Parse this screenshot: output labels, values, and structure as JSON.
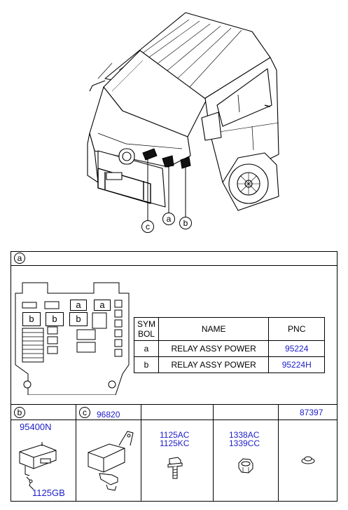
{
  "callouts": {
    "c": "c",
    "a": "a",
    "b": "b"
  },
  "section_a": {
    "label": "a",
    "relay_labels": {
      "a": "a",
      "b": "b"
    },
    "table": {
      "header": {
        "symbol": "SYM\nBOL",
        "name": "NAME",
        "pnc": "PNC"
      },
      "rows": [
        {
          "symbol": "a",
          "name": "RELAY ASSY POWER",
          "pnc": "95224"
        },
        {
          "symbol": "b",
          "name": "RELAY ASSY POWER",
          "pnc": "95224H"
        }
      ]
    }
  },
  "bottom_row": {
    "cell_b": {
      "label": "b",
      "part": "95400N",
      "part2": "1125GB"
    },
    "cell_c": {
      "label": "c",
      "part": "96820"
    },
    "cell_bolt": {
      "line1": "1125AC",
      "line2": "1125KC"
    },
    "cell_nut": {
      "line1": "1338AC",
      "line2": "1339CC"
    },
    "cell_grommet": {
      "part": "87397"
    }
  },
  "colors": {
    "part_number": "#1c1cc8",
    "line": "#000000"
  }
}
